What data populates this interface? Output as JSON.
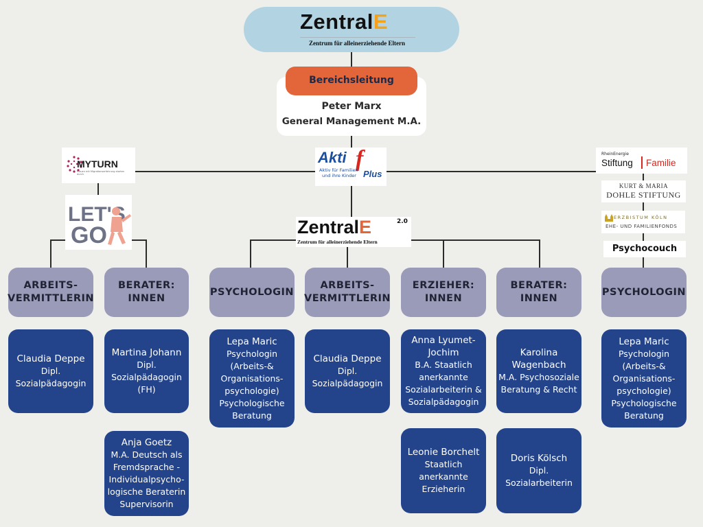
{
  "header": {
    "logo_main": "Zentral",
    "logo_accent": "E",
    "logo_subtitle": "Zentrum für alleinerziehende Eltern"
  },
  "management": {
    "label": "Bereichsleitung",
    "name": "Peter Marx",
    "title": "General Management M.A."
  },
  "partners": {
    "myturn": "MYTURN",
    "myturn_sub": "Frauen mit Migrationserfahrung starten durch",
    "letsgo": "LET'S GO",
    "aktif_main": "Akti",
    "aktif_f": "f",
    "aktif_plus": "Plus",
    "aktif_sub1": "Aktiv für Familien",
    "aktif_sub2": "und ihre Kinder",
    "ze2_main": "Zentral",
    "ze2_accent": "E",
    "ze2_version": "2.0",
    "ze2_sub": "Zentrum für alleinerziehende Eltern",
    "rhein_top": "RheinEnergie",
    "rhein_left": "Stiftung",
    "rhein_right": "Familie",
    "dohle_top": "KURT & MARIA",
    "dohle_bottom": "DOHLE STIFTUNG",
    "erz_top": "ERZBISTUM KÖLN",
    "erz_bottom": "EHE- UND FAMILIENFONDS",
    "psychocouch": "Psychocouch"
  },
  "roles": [
    {
      "label1": "ARBEITS-",
      "label2": "VERMITTLERIN"
    },
    {
      "label1": "BERATER:",
      "label2": "INNEN"
    },
    {
      "label1": "PSYCHOLOGIN",
      "label2": ""
    },
    {
      "label1": "ARBEITS-",
      "label2": "VERMITTLERIN"
    },
    {
      "label1": "ERZIEHER:",
      "label2": "INNEN"
    },
    {
      "label1": "BERATER:",
      "label2": "INNEN"
    },
    {
      "label1": "PSYCHOLOGIN",
      "label2": ""
    }
  ],
  "people": {
    "c1": [
      "Claudia Deppe",
      "Dipl.",
      "Sozialpädagogin"
    ],
    "c2a": [
      "Martina Johann",
      "Dipl.",
      "Sozialpädagogin",
      "(FH)"
    ],
    "c2b": [
      "Anja Goetz",
      "M.A. Deutsch als",
      "Fremdsprache -",
      "Individualpsycho-",
      "logische Beraterin",
      "Supervisorin"
    ],
    "c3": [
      "Lepa Maric",
      "Psychologin",
      "(Arbeits-&",
      "Organisations-",
      "psychologie)",
      "Psychologische",
      "Beratung"
    ],
    "c4": [
      "Claudia Deppe",
      "Dipl.",
      "Sozialpädagogin"
    ],
    "c5a": [
      "Anna Lyumet-",
      "Jochim",
      "B.A. Staatlich",
      "anerkannte",
      "Sozialarbeiterin &",
      "Sozialpädagogin"
    ],
    "c5b": [
      "Leonie Borchelt",
      "Staatlich",
      "anerkannte",
      "Erzieherin"
    ],
    "c6a": [
      "Karolina",
      "Wagenbach",
      "M.A. Psychosoziale",
      "Beratung & Recht"
    ],
    "c6b": [
      "Doris Kölsch",
      "Dipl.",
      "Sozialarbeiterin"
    ],
    "c7": [
      "Lepa Maric",
      "Psychologin",
      "(Arbeits-&",
      "Organisations-",
      "psychologie)",
      "Psychologische",
      "Beratung"
    ]
  }
}
